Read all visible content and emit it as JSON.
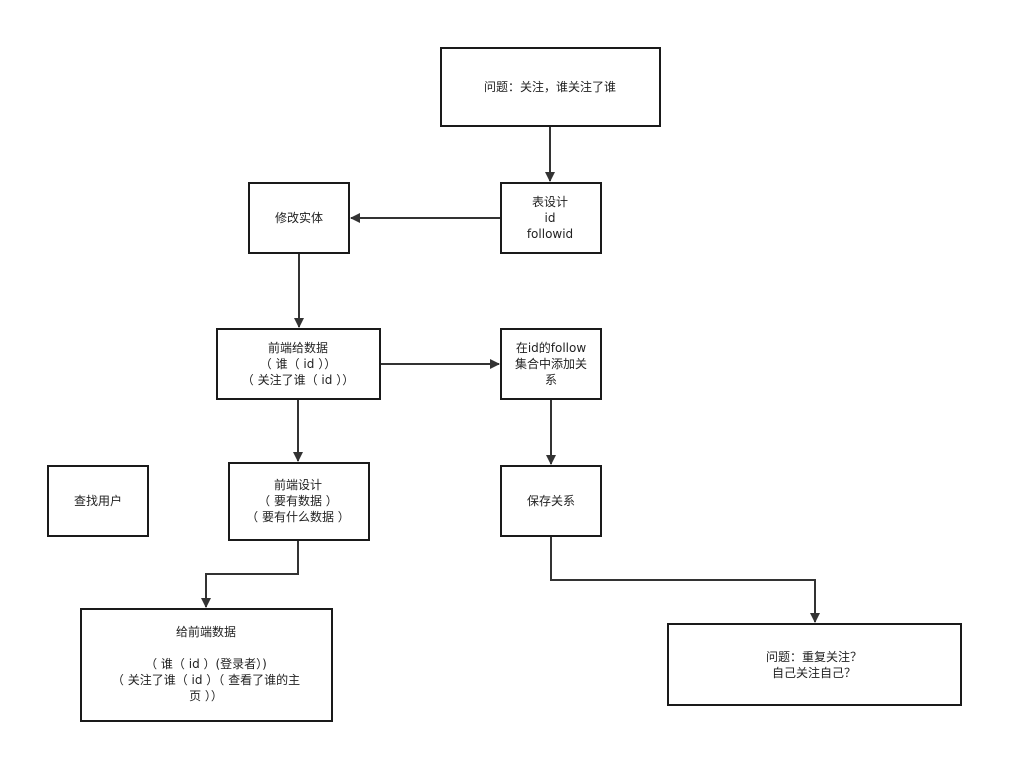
{
  "nodes": {
    "problem": {
      "lines": [
        "问题：关注，谁关注了谁"
      ]
    },
    "table_design": {
      "lines": [
        "表设计",
        "id",
        "followid"
      ]
    },
    "modify_entity": {
      "lines": [
        "修改实体"
      ]
    },
    "frontend_data": {
      "lines": [
        "前端给数据",
        "（ 谁（ id ））",
        "（ 关注了谁（ id ））"
      ]
    },
    "add_relation": {
      "lines": [
        "在id的follow",
        "集合中添加关",
        "系"
      ]
    },
    "frontend_design": {
      "lines": [
        "前端设计",
        "（ 要有数据 ）",
        "（ 要有什么数据 ）"
      ]
    },
    "find_user": {
      "lines": [
        "查找用户"
      ]
    },
    "save_relation": {
      "lines": [
        "保存关系"
      ]
    },
    "give_frontend": {
      "lines": [
        "给前端数据",
        "",
        "（ 谁（ id ）(登录者）)",
        "（ 关注了谁（ id ）（ 查看了谁的主",
        "页 ））"
      ]
    },
    "repeat_follow": {
      "lines": [
        "问题：重复关注？",
        "自己关注自己？"
      ]
    }
  },
  "edges": [
    {
      "from": "problem",
      "to": "table_design"
    },
    {
      "from": "table_design",
      "to": "modify_entity"
    },
    {
      "from": "modify_entity",
      "to": "frontend_data"
    },
    {
      "from": "frontend_data",
      "to": "add_relation"
    },
    {
      "from": "frontend_data",
      "to": "frontend_design"
    },
    {
      "from": "add_relation",
      "to": "save_relation"
    },
    {
      "from": "frontend_design",
      "to": "give_frontend"
    },
    {
      "from": "save_relation",
      "to": "repeat_follow"
    }
  ],
  "colors": {
    "line": "#333333",
    "border": "#1a1a1a",
    "text": "#222222",
    "background": "#ffffff"
  }
}
